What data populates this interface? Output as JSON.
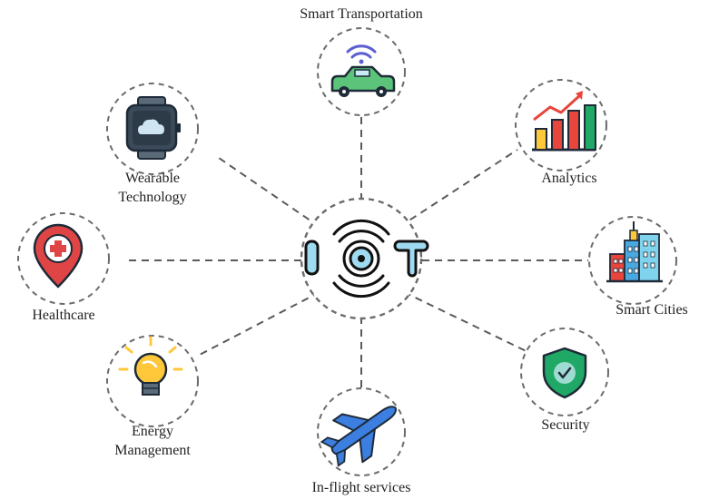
{
  "center": {
    "text": "IOT"
  },
  "nodes": [
    {
      "id": "smart-transportation",
      "label": "Smart Transportation",
      "icon": "car-wifi-icon"
    },
    {
      "id": "analytics",
      "label": "Analytics",
      "icon": "bar-chart-icon"
    },
    {
      "id": "smart-cities",
      "label": "Smart Cities",
      "icon": "city-buildings-icon"
    },
    {
      "id": "security",
      "label": "Security",
      "icon": "shield-check-icon"
    },
    {
      "id": "in-flight-services",
      "label": "In-flight services",
      "icon": "airplane-icon"
    },
    {
      "id": "energy-management",
      "label_lines": [
        "Energy",
        "Management"
      ],
      "icon": "light-bulb-icon"
    },
    {
      "id": "healthcare",
      "label": "Healthcare",
      "icon": "medical-pin-icon"
    },
    {
      "id": "wearable-technology",
      "label_lines": [
        "Wearable",
        "Technology"
      ],
      "icon": "smartwatch-icon"
    }
  ],
  "colors": {
    "connector": "#5a5a5a",
    "circle_border": "#6b6b6b",
    "iot_fill": "#9fdbf0",
    "iot_stroke": "#111111",
    "car": "#5cc47a",
    "wifi": "#5b5fd1",
    "chart_red": "#e8453c",
    "shield": "#20a866",
    "plane": "#3c7fe0",
    "bulb": "#ffc83a",
    "health": "#e04545",
    "watch": "#3a4a58"
  }
}
